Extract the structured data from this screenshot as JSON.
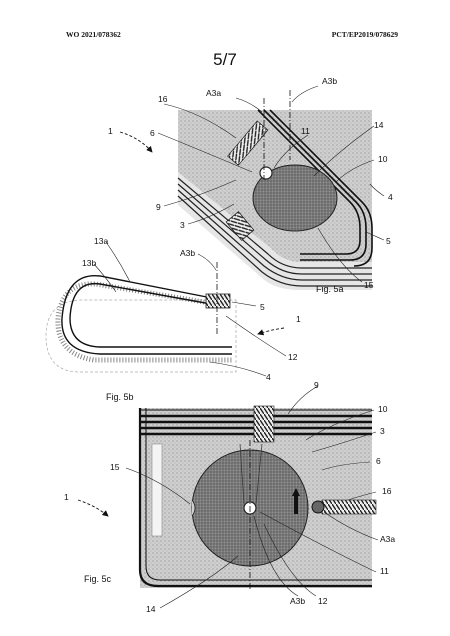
{
  "header": {
    "left": "WO 2021/078362",
    "right": "PCT/EP2019/078629"
  },
  "page_number": "5/7",
  "fig5a": {
    "caption": "Fig. 5a",
    "labels": {
      "l16": "16",
      "lA3a": "A3a",
      "lA3b": "A3b",
      "l11": "11",
      "l1": "1",
      "l6": "6",
      "l14": "14",
      "l10": "10",
      "l4": "4",
      "l9": "9",
      "l3": "3",
      "l5": "5",
      "l15": "15"
    }
  },
  "fig5b": {
    "caption": "Fig. 5b",
    "labels": {
      "l13a": "13a",
      "l13b": "13b",
      "lA3b": "A3b",
      "l5": "5",
      "l1": "1",
      "l12": "12",
      "l4": "4"
    }
  },
  "fig5c": {
    "caption": "Fig. 5c",
    "labels": {
      "l9": "9",
      "l10": "10",
      "l3": "3",
      "l15": "15",
      "l6": "6",
      "l16": "16",
      "l1": "1",
      "lA3a": "A3a",
      "l11": "11",
      "l14": "14",
      "lA3b": "A3b",
      "l12": "12"
    }
  }
}
